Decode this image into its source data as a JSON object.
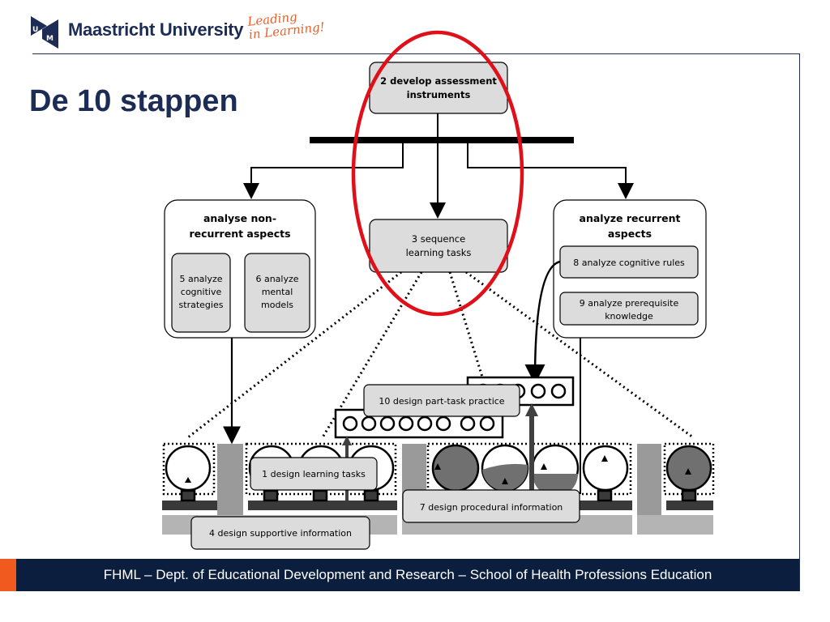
{
  "header": {
    "university_name": "Maastricht University",
    "tagline_line1": "Leading",
    "tagline_line2": "in Learning!",
    "brand_color": "#1c2c54",
    "accent_color": "#e8612c"
  },
  "title": "De 10 stappen",
  "diagram": {
    "highlight_color": "#e0101a",
    "box_fill": "#dcdcdc",
    "step2": [
      "2 develop assessment",
      "instruments"
    ],
    "step3": [
      "3 sequence",
      "learning tasks"
    ],
    "left_group": [
      "analyse non-",
      "recurrent aspects"
    ],
    "step5": [
      "5 analyze",
      "cognitive",
      "strategies"
    ],
    "step6": [
      "6 analyze",
      "mental",
      "models"
    ],
    "right_group": [
      "analyze recurrent",
      "aspects"
    ],
    "step8": "8 analyze cognitive rules",
    "step9": [
      "9 analyze prerequisite",
      "knowledge"
    ],
    "step10": "10 design part-task practice",
    "step1": "1 design learning tasks",
    "step7": "7 design procedural information",
    "step4": "4 design supportive information"
  },
  "footer": {
    "text": "FHML – Dept. of Educational Development and Research – School of Health Professions Education"
  }
}
